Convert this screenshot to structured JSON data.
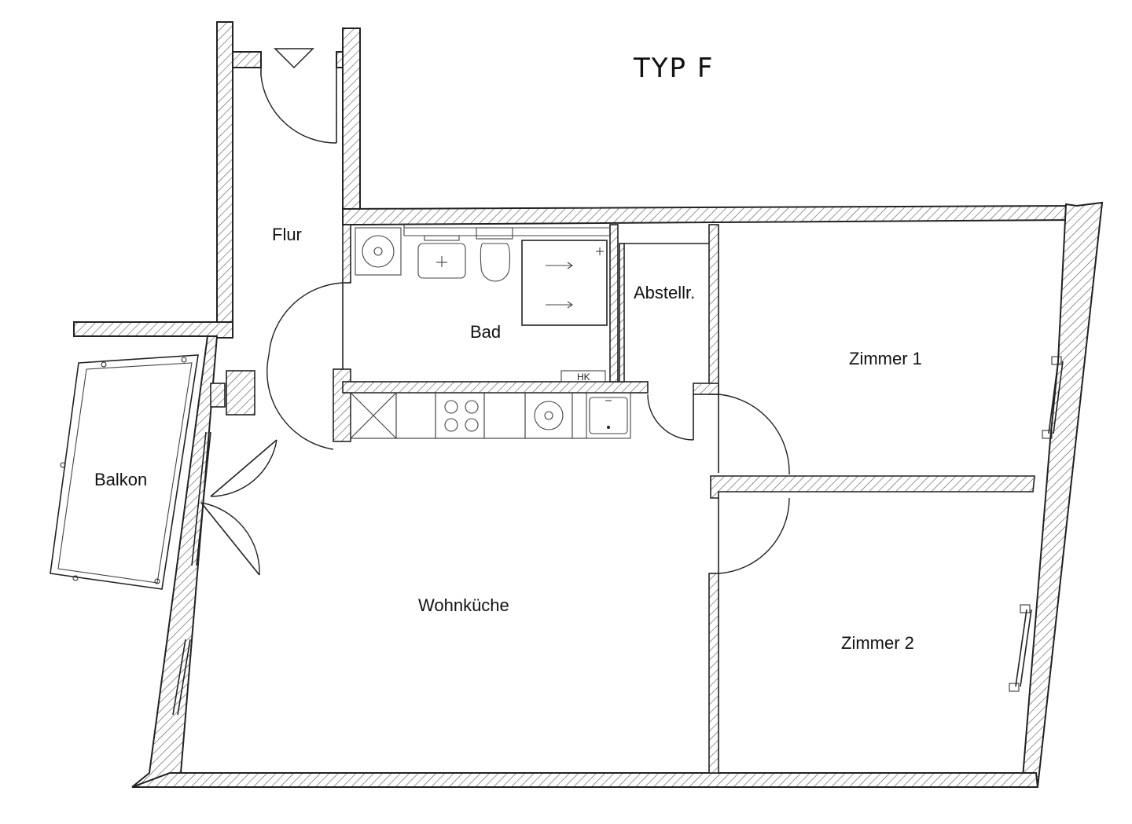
{
  "plan": {
    "title": "TYP F",
    "rooms": {
      "flur": "Flur",
      "bad": "Bad",
      "abstellraum": "Abstellr.",
      "zimmer1": "Zimmer 1",
      "zimmer2": "Zimmer 2",
      "wohnkueche": "Wohnküche",
      "balkon": "Balkon"
    },
    "fixtures": {
      "radiator": "HK"
    }
  }
}
